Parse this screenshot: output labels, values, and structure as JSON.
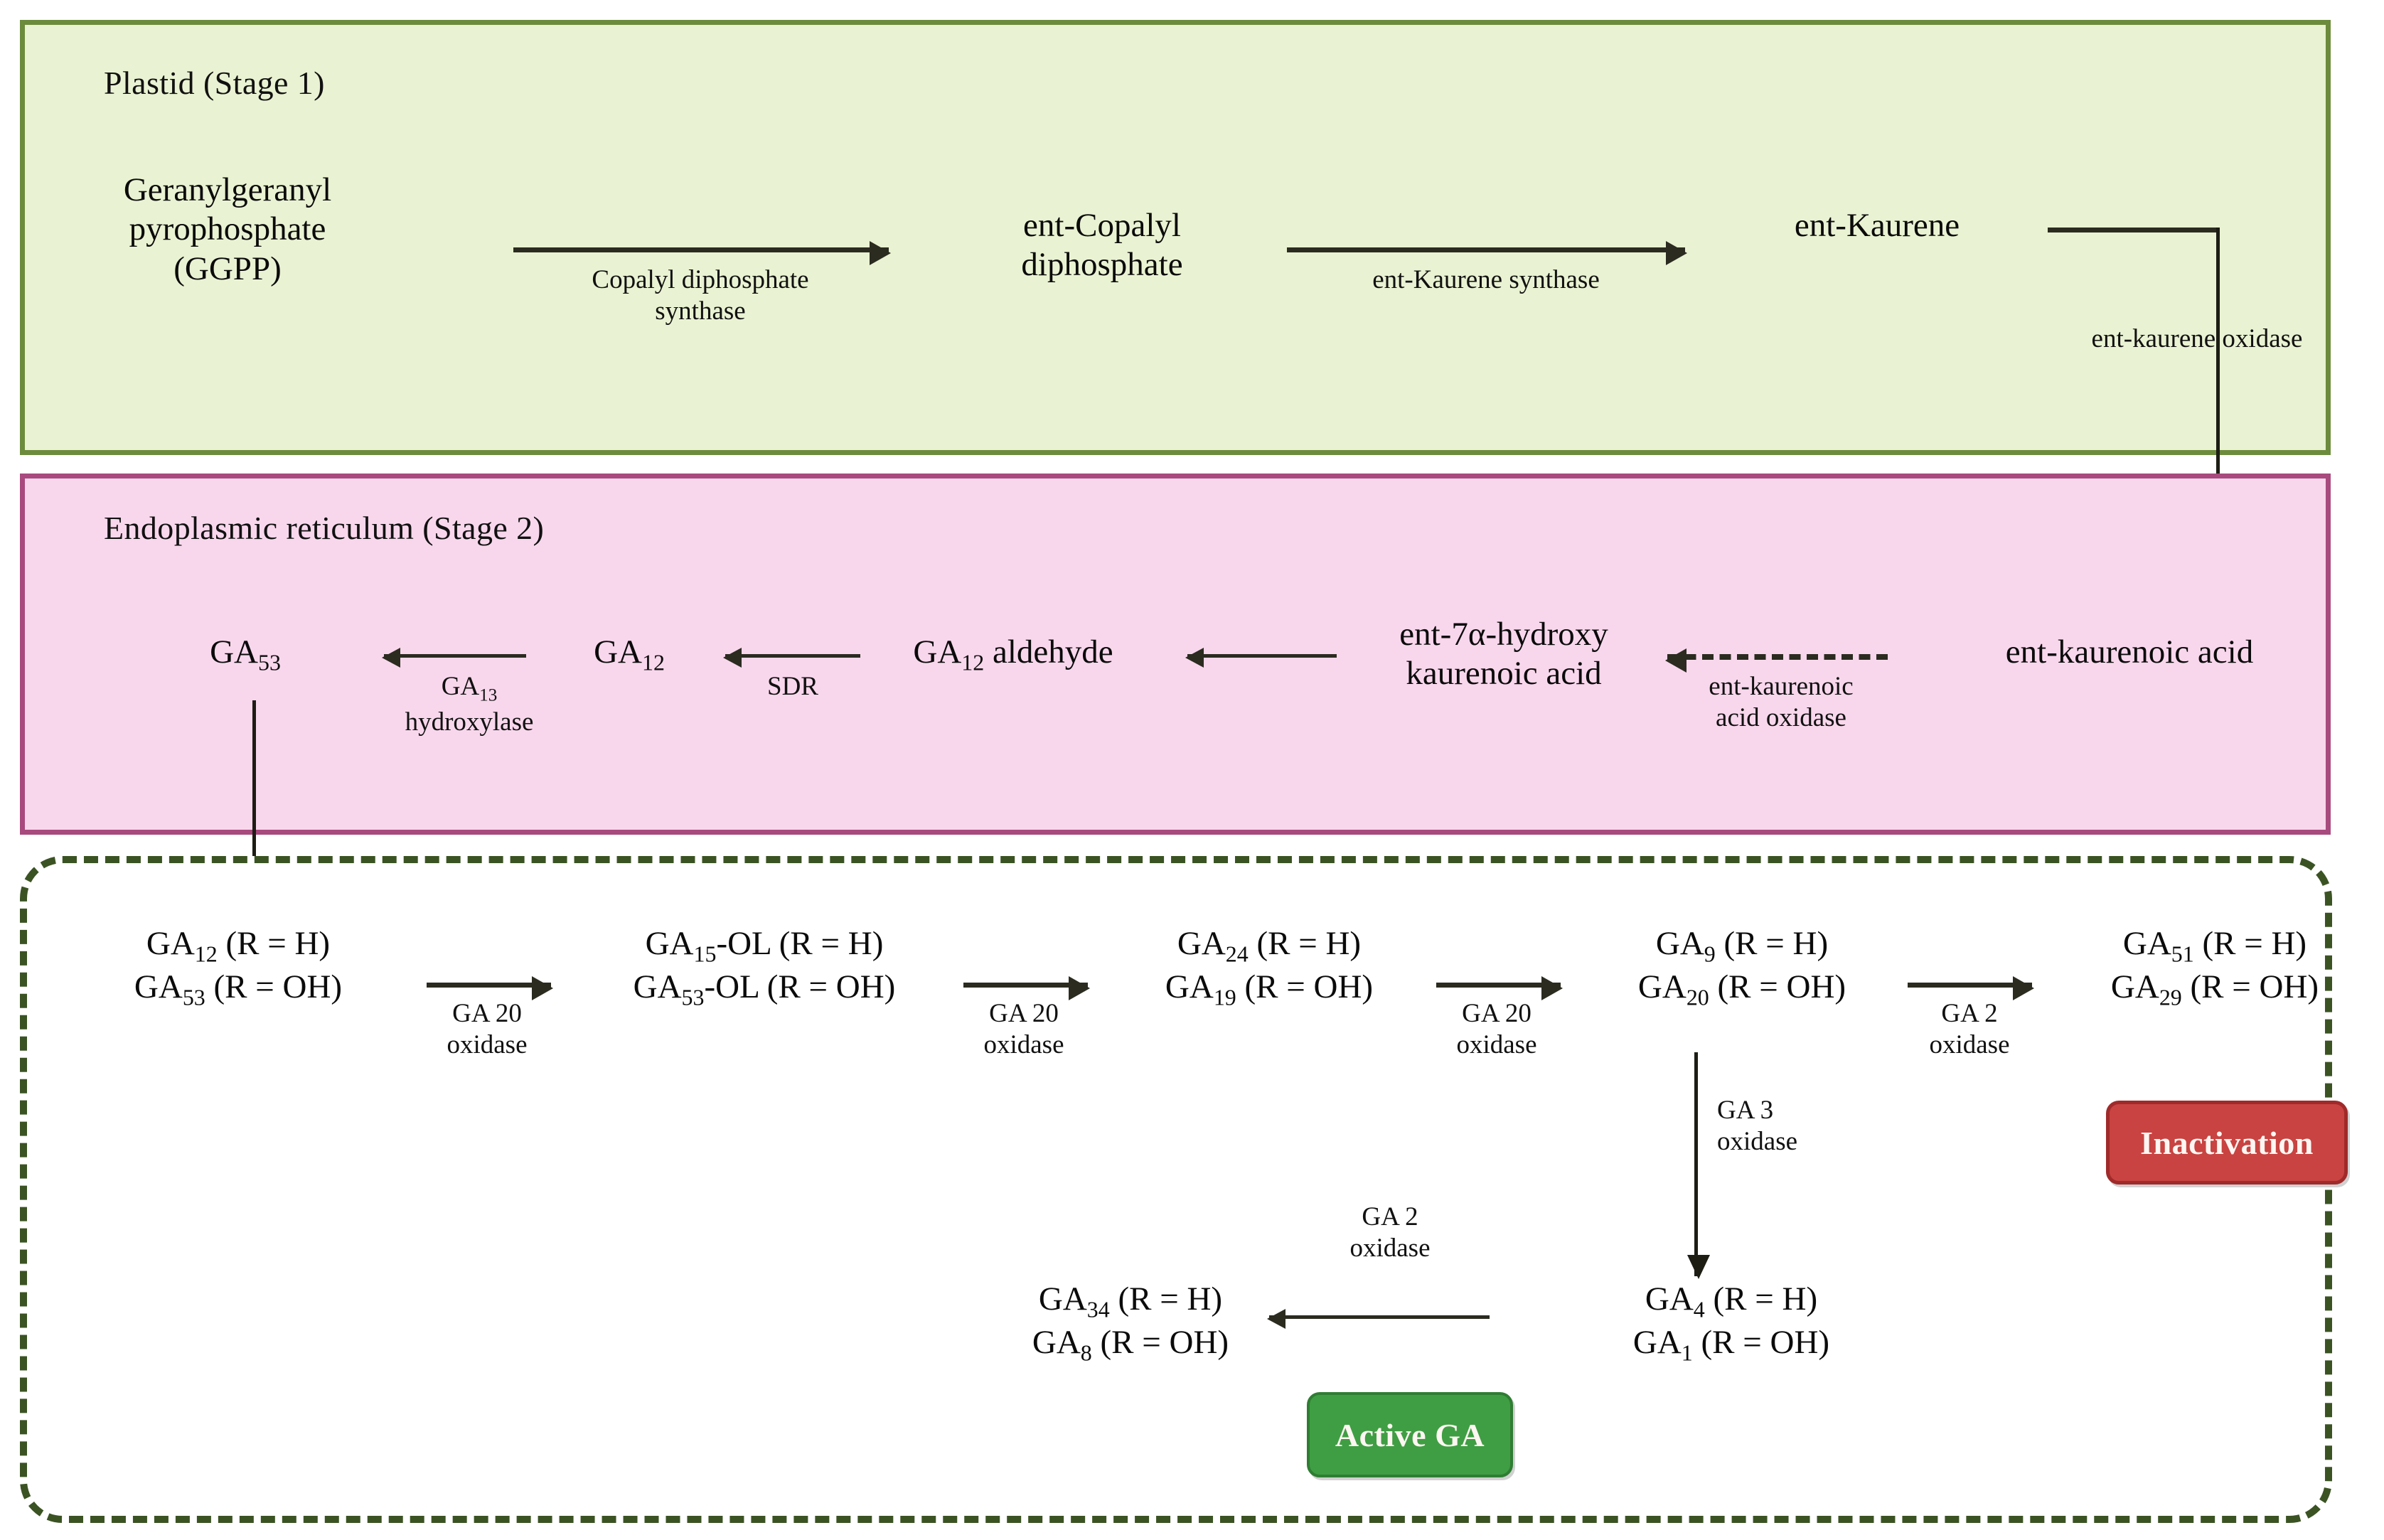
{
  "figure": {
    "title": "Gibberellin (GA) biosynthesis and inactivation pathway"
  },
  "compartments": {
    "plastid": {
      "title": "Plastid (Stage 1)",
      "fill": "#e9f2d2",
      "border": "#6d8b3c"
    },
    "endoplasmic_reticulum": {
      "title": "Endoplasmic reticulum  (Stage 2)",
      "fill": "#f8d7ec",
      "border": "#a84a7e"
    },
    "cytosol": {
      "border": "#3b5323"
    }
  },
  "stage1": {
    "nodes": [
      {
        "id": "ggpp",
        "lines": [
          "Geranylgeranyl",
          "pyrophosphate",
          "(GGPP)"
        ]
      },
      {
        "id": "ent-copalyl-diphosphate",
        "lines": [
          "ent-Copalyl",
          "diphosphate"
        ]
      },
      {
        "id": "ent-kaurene",
        "lines": [
          "ent-Kaurene"
        ]
      }
    ],
    "enzymes": [
      {
        "id": "copalyl-diphosphate-synthase",
        "lines": [
          "Copalyl diphosphate",
          "synthase"
        ]
      },
      {
        "id": "ent-kaurene-synthase",
        "lines": [
          "ent-Kaurene synthase"
        ]
      },
      {
        "id": "ent-kaurene-oxidase",
        "lines": [
          "ent-kaurene oxidase"
        ]
      }
    ]
  },
  "stage2": {
    "nodes": [
      {
        "id": "ga53",
        "base": "GA",
        "sub": "53"
      },
      {
        "id": "ga12",
        "base": "GA",
        "sub": "12"
      },
      {
        "id": "ga12-aldehyde",
        "base": "GA",
        "sub": "12",
        "suffix": " aldehyde"
      },
      {
        "id": "ent-7a-hydroxy-kaurenoic-acid",
        "lines": [
          "ent-7α-hydroxy",
          "kaurenoic acid"
        ]
      },
      {
        "id": "ent-kaurenoic-acid",
        "lines": [
          "ent-kaurenoic acid"
        ]
      }
    ],
    "enzymes": [
      {
        "id": "ga13-hydroxylase",
        "base": "GA",
        "sub": "13",
        "line2": "hydroxylase"
      },
      {
        "id": "sdr",
        "lines": [
          "SDR"
        ]
      },
      {
        "id": "ent-kaurenoic-acid-oxidase",
        "lines": [
          "ent-kaurenoic",
          "acid oxidase"
        ]
      }
    ]
  },
  "stage3": {
    "main_row": [
      {
        "id": "ga12-ga53",
        "line1": {
          "base": "GA",
          "sub": "12",
          "suffix": " (R = H)"
        },
        "line2": {
          "base": "GA",
          "sub": "53",
          "suffix": " (R = OH)"
        }
      },
      {
        "id": "ga15ol-ga53ol",
        "line1": {
          "base": "GA",
          "sub": "15",
          "suffix": "-OL (R = H)"
        },
        "line2": {
          "base": "GA",
          "sub": "53",
          "suffix": "-OL (R = OH)"
        }
      },
      {
        "id": "ga24-ga19",
        "line1": {
          "base": "GA",
          "sub": "24",
          "suffix": " (R = H)"
        },
        "line2": {
          "base": "GA",
          "sub": "19",
          "suffix": " (R = OH)"
        }
      },
      {
        "id": "ga9-ga20",
        "line1": {
          "base": "GA",
          "sub": "9",
          "suffix": " (R = H)"
        },
        "line2": {
          "base": "GA",
          "sub": "20",
          "suffix": " (R = OH)"
        }
      },
      {
        "id": "ga51-ga29",
        "line1": {
          "base": "GA",
          "sub": "51",
          "suffix": " (R = H)"
        },
        "line2": {
          "base": "GA",
          "sub": "29",
          "suffix": " (R = OH)"
        }
      }
    ],
    "main_row_enzymes": [
      {
        "id": "ga20-oxidase-1",
        "lines": [
          "GA 20",
          "oxidase"
        ]
      },
      {
        "id": "ga20-oxidase-2",
        "lines": [
          "GA 20",
          "oxidase"
        ]
      },
      {
        "id": "ga20-oxidase-3",
        "lines": [
          "GA 20",
          "oxidase"
        ]
      },
      {
        "id": "ga2-oxidase-1",
        "lines": [
          "GA 2",
          "oxidase"
        ]
      }
    ],
    "bottom_row": [
      {
        "id": "ga34-ga8",
        "line1": {
          "base": "GA",
          "sub": "34",
          "suffix": " (R = H)"
        },
        "line2": {
          "base": "GA",
          "sub": "8",
          "suffix": " (R = OH)"
        }
      },
      {
        "id": "ga4-ga1",
        "line1": {
          "base": "GA",
          "sub": "4",
          "suffix": " (R = H)"
        },
        "line2": {
          "base": "GA",
          "sub": "1",
          "suffix": " (R = OH)"
        }
      }
    ],
    "bottom_row_enzymes": [
      {
        "id": "ga3-oxidase",
        "lines": [
          "GA 3",
          "oxidase"
        ]
      },
      {
        "id": "ga2-oxidase-2",
        "lines": [
          "GA 2",
          "oxidase"
        ]
      }
    ]
  },
  "badges": {
    "inactivation": {
      "label": "Inactivation",
      "color": "#c84341"
    },
    "active_ga": {
      "label": "Active GA",
      "color": "#3f9e43"
    }
  }
}
